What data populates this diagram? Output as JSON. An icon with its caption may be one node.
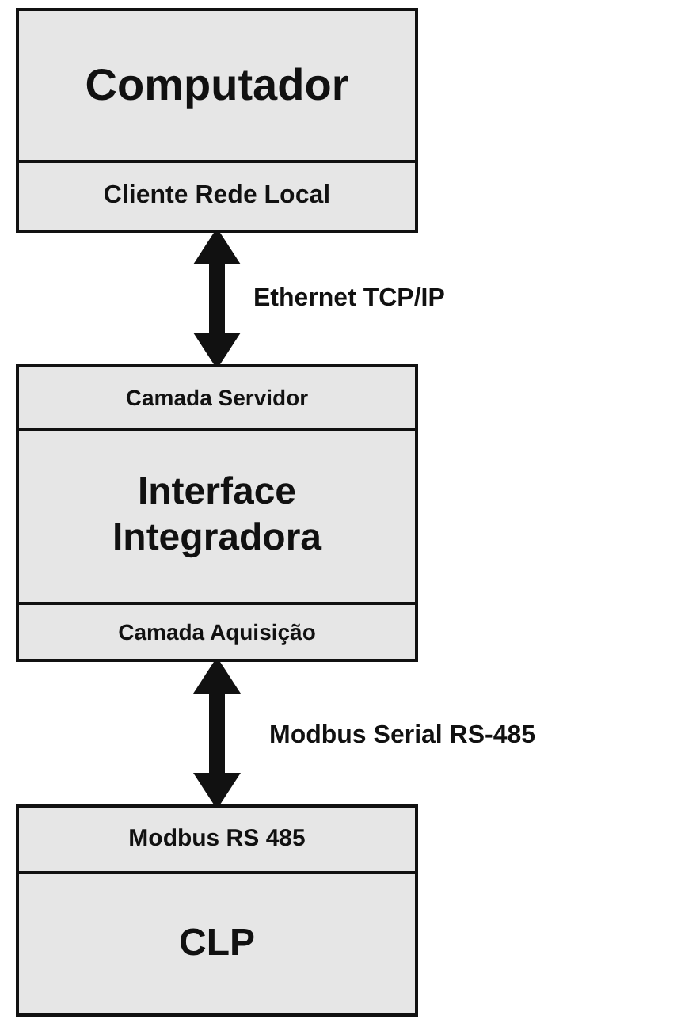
{
  "diagram": {
    "nodes": [
      {
        "text": [
          "Computador",
          "Cliente Rede Local"
        ]
      },
      {
        "text": [
          "Camada Servidor",
          "Interface Integradora",
          "Camada Aquisição"
        ]
      },
      {
        "text": [
          "Modbus RS 485",
          "CLP"
        ]
      }
    ],
    "edges": [
      {
        "from": 0,
        "to": 1,
        "arrow": "both",
        "label": "Ethernet TCP/IP"
      },
      {
        "from": 1,
        "to": 2,
        "arrow": "both",
        "label": "Modbus Serial RS-485"
      }
    ]
  }
}
